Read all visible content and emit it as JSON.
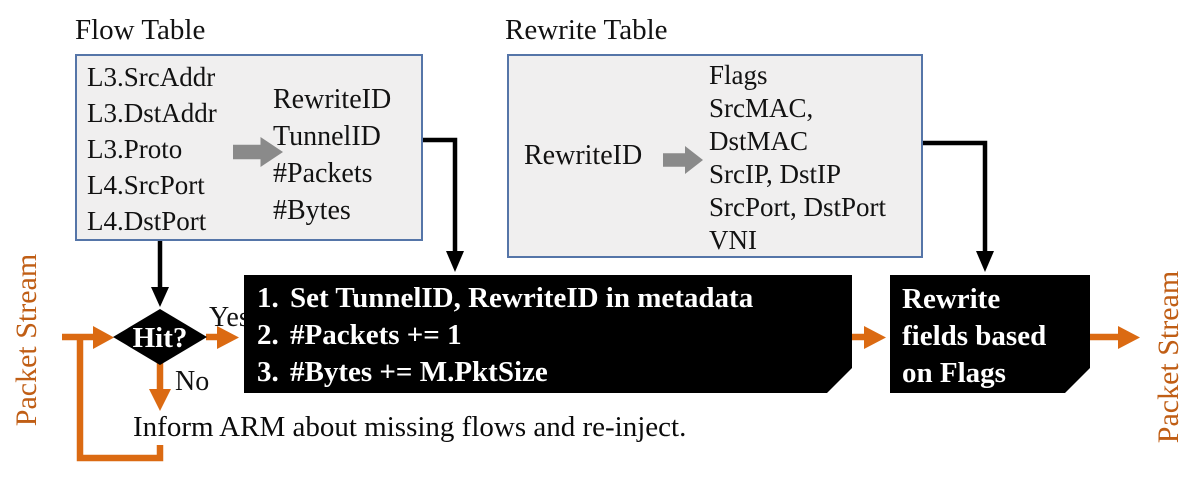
{
  "diagram": {
    "flow_table": {
      "title": "Flow Table",
      "keys": [
        "L3.SrcAddr",
        "L3.DstAddr",
        "L3.Proto",
        "L4.SrcPort",
        "L4.DstPort"
      ],
      "results": [
        "RewriteID",
        "TunnelID",
        "#Packets",
        "#Bytes"
      ]
    },
    "rewrite_table": {
      "title": "Rewrite Table",
      "key": "RewriteID",
      "results": [
        "Flags",
        "SrcMAC,",
        "DstMAC",
        "SrcIP, DstIP",
        "SrcPort, DstPort",
        "VNI"
      ]
    },
    "decision": {
      "label": "Hit?",
      "yes": "Yes",
      "no": "No"
    },
    "actions": {
      "steps": [
        {
          "num": "1.",
          "text": "Set TunnelID, RewriteID in metadata"
        },
        {
          "num": "2.",
          "text": "#Packets += 1"
        },
        {
          "num": "3.",
          "text": "#Bytes += M.PktSize"
        }
      ]
    },
    "rewrite_action": {
      "lines": [
        "Rewrite",
        "fields based",
        "on Flags"
      ]
    },
    "miss_note": "Inform ARM about missing flows and re-inject.",
    "stream_in": "Packet Stream",
    "stream_out": "Packet Stream",
    "icons": {
      "flow_lookup": "right-block-arrow",
      "rewrite_lookup": "right-block-arrow"
    },
    "colors": {
      "orange": "#DB6A12",
      "orange_text": "#C05E15",
      "table_fill": "#F0EFEF",
      "table_border": "#5575A8",
      "box_bg": "#000000",
      "box_text": "#FFFFFF",
      "gray_arrow": "#8A8A8A"
    }
  }
}
